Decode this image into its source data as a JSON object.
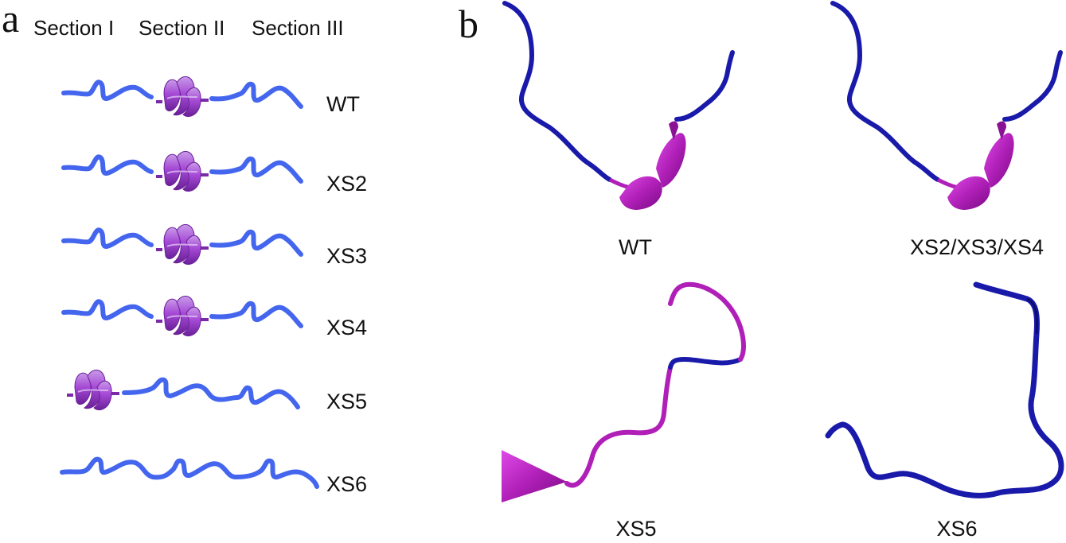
{
  "panel_a": {
    "letter": "a",
    "sections": [
      "Section I",
      "Section II",
      "Section III"
    ],
    "rows": [
      {
        "label": "WT",
        "helix_section": "Section II"
      },
      {
        "label": "XS2",
        "helix_section": "Section II"
      },
      {
        "label": "XS3",
        "helix_section": "Section II"
      },
      {
        "label": "XS4",
        "helix_section": "Section II"
      },
      {
        "label": "XS5",
        "helix_section": "Section I"
      },
      {
        "label": "XS6",
        "helix_section": "none"
      }
    ]
  },
  "panel_b": {
    "letter": "b",
    "structures": [
      {
        "label": "WT"
      },
      {
        "label": "XS2/XS3/XS4"
      },
      {
        "label": "XS5"
      },
      {
        "label": "XS6"
      }
    ]
  },
  "colors": {
    "coil": "#4466ee",
    "helix": "#a64ad6",
    "helix_dark": "#7a2aa8",
    "ribbon_blue": "#1a1aaa",
    "ribbon_magenta": "#b020b8"
  }
}
